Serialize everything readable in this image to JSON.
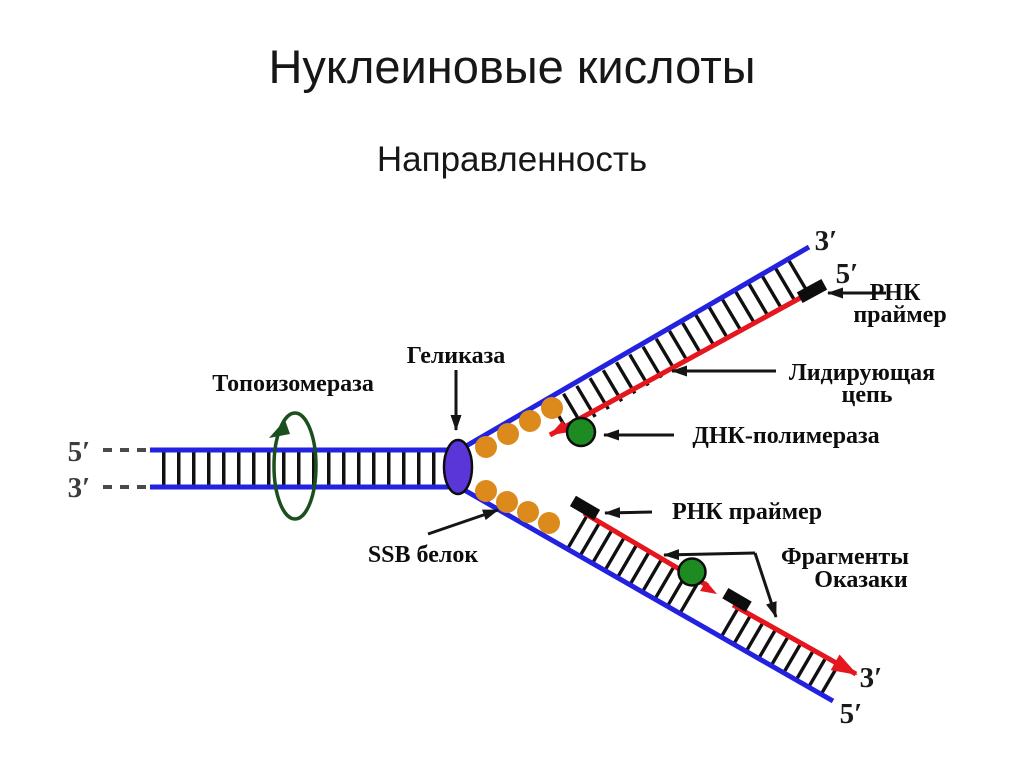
{
  "slide": {
    "title": "Нуклеиновые кислоты",
    "subtitle": "Направленность"
  },
  "diagram": {
    "ends": {
      "parent_top": "5′",
      "parent_bottom": "3′",
      "leading_template_end": "3′",
      "leading_new_end": "5′",
      "lagging_new_end": "3′",
      "lagging_template_end": "5′"
    },
    "labels": {
      "topoisomerase": "Топоизомераза",
      "helicase": "Геликаза",
      "ssb_protein": "SSB белок",
      "rna_primer_top_line1": "РНК",
      "rna_primer_top_line2": "праймер",
      "leading_strand_line1": "Лидирующая",
      "leading_strand_line2": "цепь",
      "dna_polymerase": "ДНК-полимераза",
      "rna_primer_bottom": "РНК праймер",
      "okazaki_line1": "Фрагменты",
      "okazaki_line2": "Оказаки"
    },
    "colors": {
      "template_strand": "#2222e0",
      "new_strand": "#e5161d",
      "ssb": "#dd8a1c",
      "polymerase": "#1e8b22",
      "helicase": "#5a36d8",
      "topoisomerase": "#1c4f1e"
    }
  }
}
